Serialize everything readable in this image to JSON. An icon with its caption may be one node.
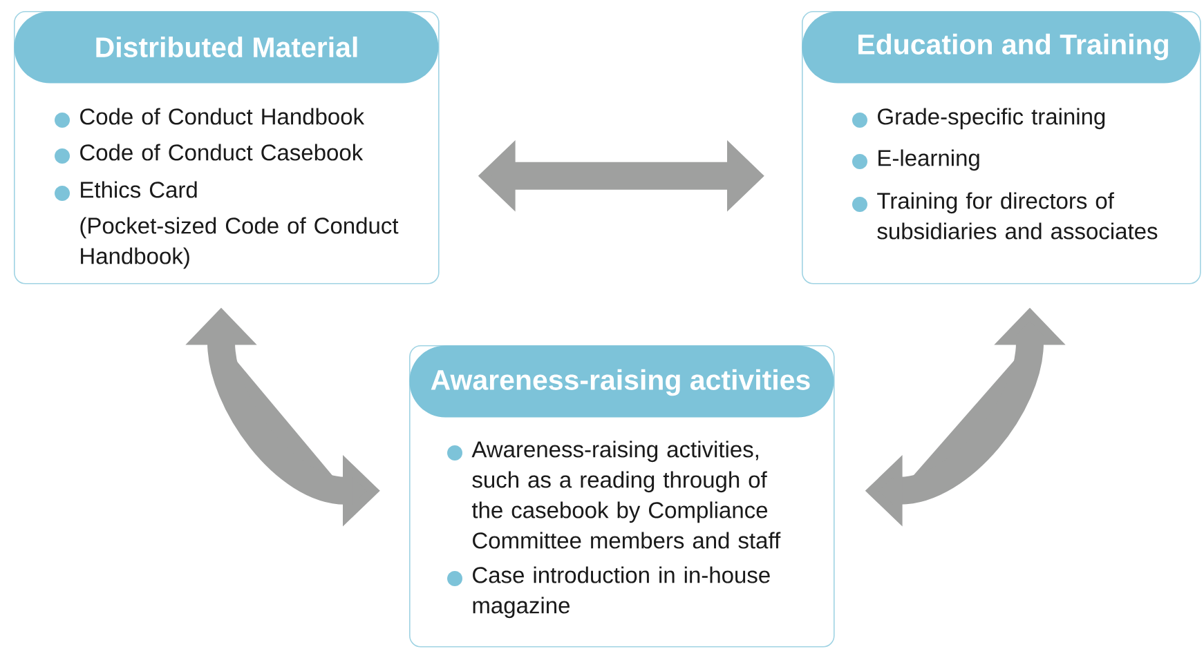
{
  "diagram": {
    "nodes": [
      {
        "text": [
          "Distributed Material",
          "Code of Conduct Handbook",
          "Code of Conduct Casebook",
          "Ethics Card",
          "(Pocket-sized Code of Conduct Handbook)"
        ]
      },
      {
        "text": [
          "Education and Training",
          "Grade-specific training",
          "E-learning",
          "Training for directors of subsidiaries and associates"
        ]
      },
      {
        "text": [
          "Awareness-raising activities",
          "Awareness-raising activities, such as a reading through of the casebook by Compliance Committee members and staff",
          "Case introduction in in-house magazine"
        ]
      }
    ],
    "edges": [
      {
        "from": 0,
        "to": 1,
        "arrow": "both"
      },
      {
        "from": 0,
        "to": 2,
        "arrow": "both"
      },
      {
        "from": 1,
        "to": 2,
        "arrow": "both"
      }
    ]
  }
}
